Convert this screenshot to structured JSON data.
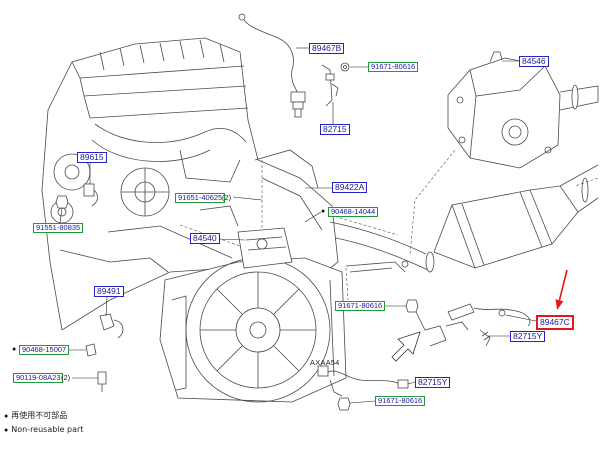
{
  "parts": {
    "top_center": "89467B",
    "top_center_bolt": "91671-80616",
    "top_center_clamp": "82715",
    "top_right": "84546",
    "left_upper": "89615",
    "center_bolt": "91651-40625",
    "center_bolt_qty": "(2)",
    "center_right": "89422A",
    "center_right_gasket": "90468-14044",
    "left_bolt": "91551-80835",
    "center_lower": "84540",
    "left_lower": "89491",
    "right_lower_bolt": "91671-80616",
    "right_lower_highlight": "89467C",
    "right_lower_clamp": "82715Y",
    "left_clip": "90468-15007",
    "left_screw": "90119-08A23",
    "left_screw_qty": "(2)",
    "inset_clamp": "82715Y",
    "inset_bolt": "91671-80616"
  },
  "inset_label": "AXAA54",
  "markers": {
    "non_reusable": "●"
  },
  "legend": {
    "jp_text": "再使用不可部品",
    "en_text": "Non-reusable part"
  },
  "colors": {
    "genuine": "#2323c8",
    "standard": "#1f9a3a",
    "highlight": "#e3171c",
    "text": "#1b1b9a",
    "line_art": "#4a4a4a"
  }
}
